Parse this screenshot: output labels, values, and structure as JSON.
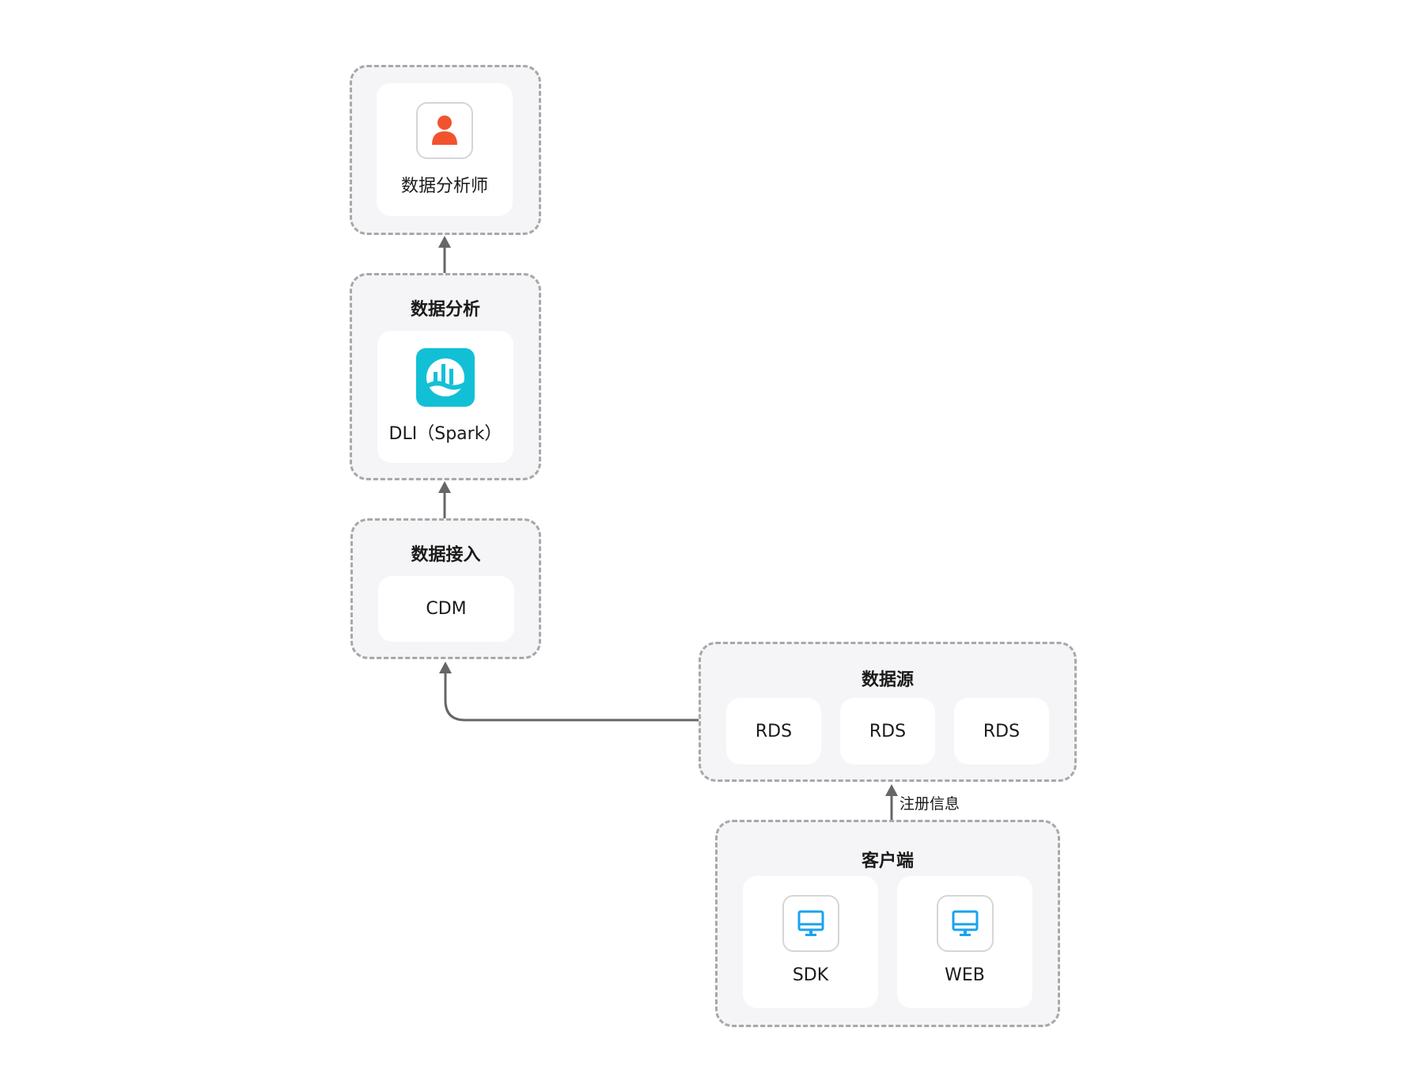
{
  "analyst": {
    "label": "数据分析师",
    "icon": "user-icon",
    "icon_color": "#f2532f"
  },
  "analysis": {
    "title": "数据分析",
    "service": "DLI（Spark）",
    "icon": "dli-chart-icon",
    "icon_color": "#12c0d6"
  },
  "ingest": {
    "title": "数据接入",
    "service": "CDM"
  },
  "source": {
    "title": "数据源",
    "items": [
      "RDS",
      "RDS",
      "RDS"
    ]
  },
  "register_label": "注册信息",
  "client": {
    "title": "客户端",
    "items": [
      {
        "label": "SDK",
        "icon": "monitor-icon"
      },
      {
        "label": "WEB",
        "icon": "monitor-icon"
      }
    ],
    "icon_color": "#1aa3f0"
  },
  "colors": {
    "border": "#a8a8a8",
    "group_bg": "#f5f5f7",
    "arrow": "#666666"
  }
}
